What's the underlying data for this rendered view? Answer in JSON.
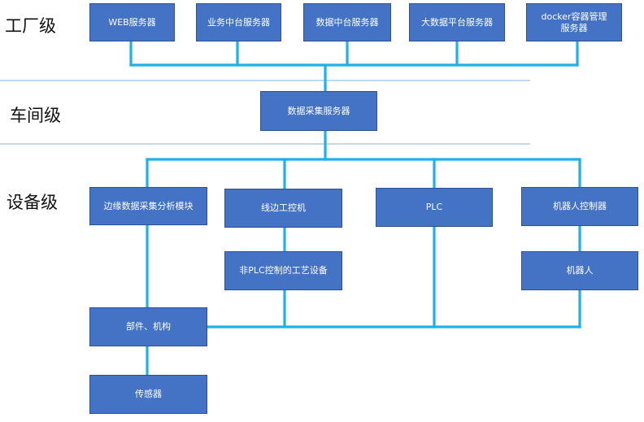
{
  "levels": {
    "factory": "工厂级",
    "workshop": "车间级",
    "equipment": "设备级"
  },
  "nodes": {
    "web_server": "WEB服务器",
    "business_platform_server": "业务中台服务器",
    "data_platform_server": "数据中台服务器",
    "bigdata_platform_server": "大数据平台服务器",
    "docker_server": "docker容器管理服务器",
    "data_collection_server": "数据采集服务器",
    "edge_analysis_module": "边缘数据采集分析模块",
    "line_controller": "线边工控机",
    "plc": "PLC",
    "robot_controller": "机器人控制器",
    "non_plc_equipment": "非PLC控制的工艺设备",
    "robot": "机器人",
    "parts_mechanism": "部件、机构",
    "sensor": "传感器"
  },
  "colors": {
    "box_fill": "#4472c4",
    "box_border": "#2f528f",
    "connector": "#1fb0e8",
    "divider": "#9dc3e6"
  }
}
